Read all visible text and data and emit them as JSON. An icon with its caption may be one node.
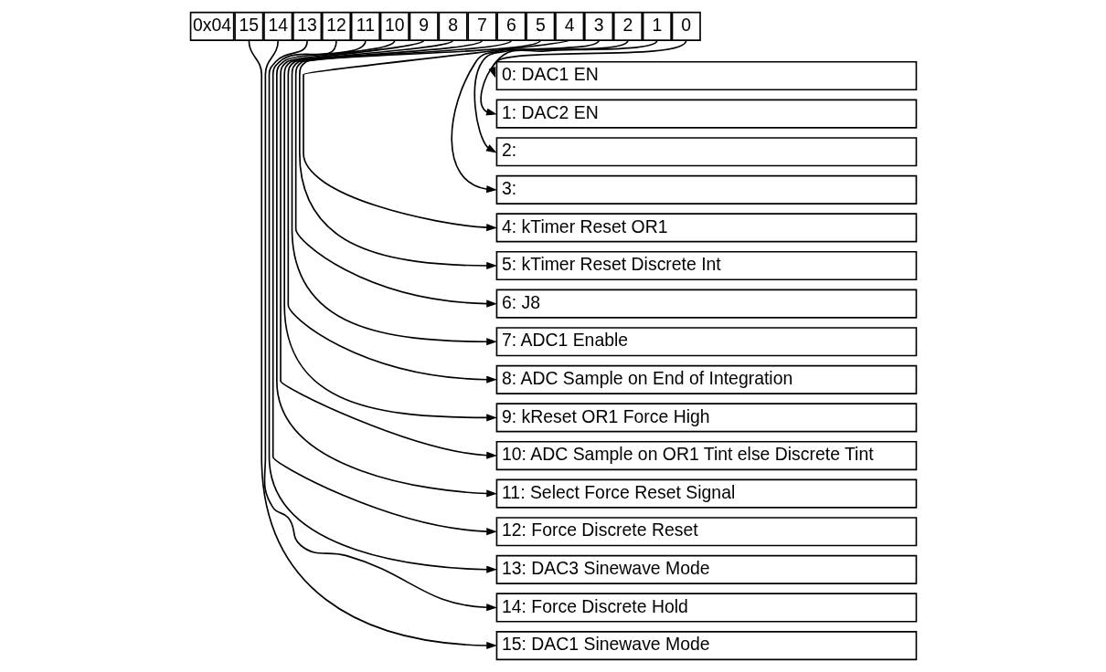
{
  "diagram": {
    "nodes": [
      {
        "text": [
          "0x04"
        ]
      },
      {
        "text": [
          "15"
        ]
      },
      {
        "text": [
          "14"
        ]
      },
      {
        "text": [
          "13"
        ]
      },
      {
        "text": [
          "12"
        ]
      },
      {
        "text": [
          "11"
        ]
      },
      {
        "text": [
          "10"
        ]
      },
      {
        "text": [
          "9"
        ]
      },
      {
        "text": [
          "8"
        ]
      },
      {
        "text": [
          "7"
        ]
      },
      {
        "text": [
          "6"
        ]
      },
      {
        "text": [
          "5"
        ]
      },
      {
        "text": [
          "4"
        ]
      },
      {
        "text": [
          "3"
        ]
      },
      {
        "text": [
          "2"
        ]
      },
      {
        "text": [
          "1"
        ]
      },
      {
        "text": [
          "0"
        ]
      },
      {
        "text": [
          "0: DAC1 EN"
        ]
      },
      {
        "text": [
          "1: DAC2 EN"
        ]
      },
      {
        "text": [
          "2:"
        ]
      },
      {
        "text": [
          "3:"
        ]
      },
      {
        "text": [
          "4: kTimer Reset OR1"
        ]
      },
      {
        "text": [
          "5: kTimer Reset Discrete Int"
        ]
      },
      {
        "text": [
          "6: J8"
        ]
      },
      {
        "text": [
          "7: ADC1 Enable"
        ]
      },
      {
        "text": [
          "8: ADC Sample on End of Integration"
        ]
      },
      {
        "text": [
          "9: kReset OR1 Force High"
        ]
      },
      {
        "text": [
          "10: ADC Sample on OR1 Tint else Discrete Tint"
        ]
      },
      {
        "text": [
          "11: Select Force Reset Signal"
        ]
      },
      {
        "text": [
          "12: Force Discrete Reset"
        ]
      },
      {
        "text": [
          "13: DAC3 Sinewave Mode"
        ]
      },
      {
        "text": [
          "14: Force Discrete Hold"
        ]
      },
      {
        "text": [
          "15: DAC1 Sinewave Mode"
        ]
      }
    ],
    "edges": [
      {
        "from": 16,
        "to": 17,
        "arrow": "to"
      },
      {
        "from": 15,
        "to": 18,
        "arrow": "to"
      },
      {
        "from": 14,
        "to": 19,
        "arrow": "to"
      },
      {
        "from": 13,
        "to": 20,
        "arrow": "to"
      },
      {
        "from": 12,
        "to": 21,
        "arrow": "to"
      },
      {
        "from": 11,
        "to": 22,
        "arrow": "to"
      },
      {
        "from": 10,
        "to": 23,
        "arrow": "to"
      },
      {
        "from": 9,
        "to": 24,
        "arrow": "to"
      },
      {
        "from": 8,
        "to": 25,
        "arrow": "to"
      },
      {
        "from": 7,
        "to": 26,
        "arrow": "to"
      },
      {
        "from": 6,
        "to": 27,
        "arrow": "to"
      },
      {
        "from": 5,
        "to": 28,
        "arrow": "to"
      },
      {
        "from": 4,
        "to": 29,
        "arrow": "to"
      },
      {
        "from": 3,
        "to": 30,
        "arrow": "to"
      },
      {
        "from": 2,
        "to": 31,
        "arrow": "to"
      },
      {
        "from": 1,
        "to": 32,
        "arrow": "to"
      }
    ]
  }
}
